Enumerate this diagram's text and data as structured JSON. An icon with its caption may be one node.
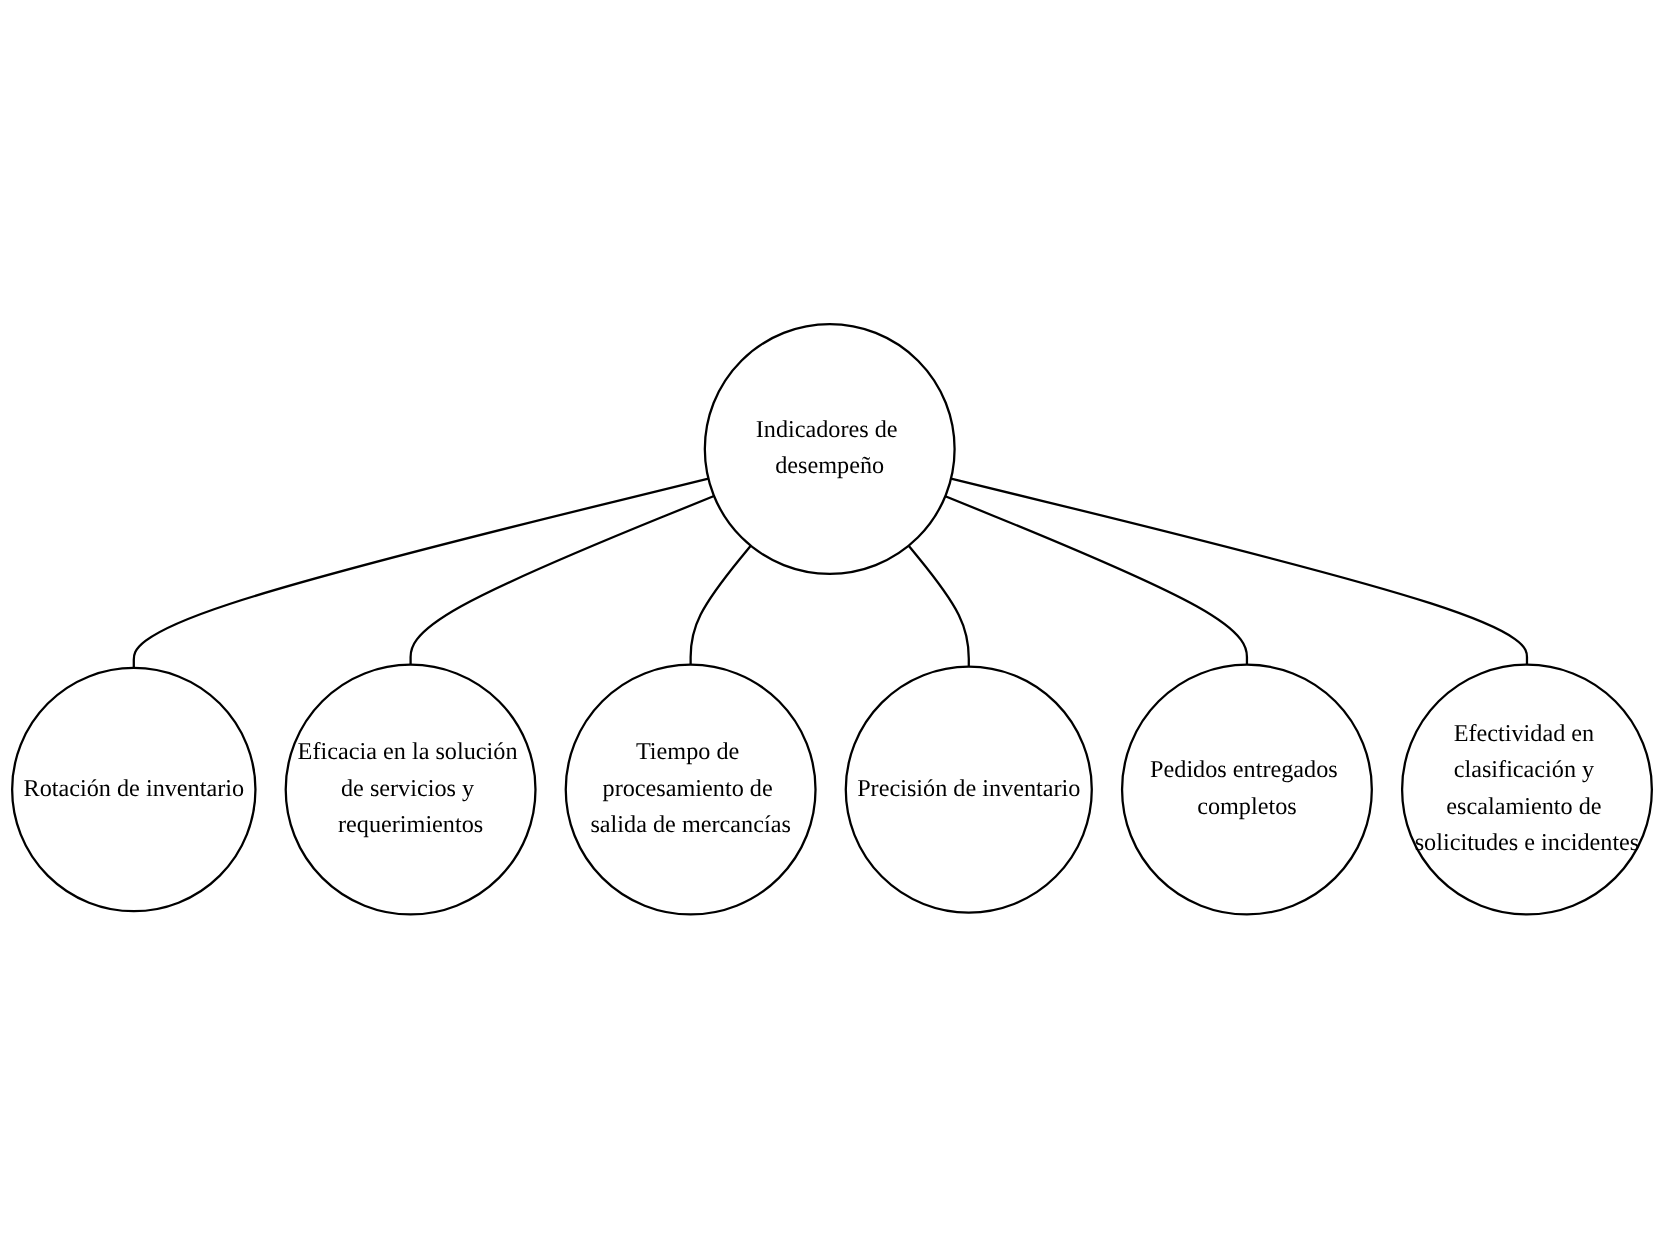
{
  "diagram": {
    "nodes": [
      {
        "text": [
          "Rotación de inventario"
        ]
      },
      {
        "text": [
          "Eficacia en la solución de servicios y requerimientos"
        ]
      },
      {
        "text": [
          "Tiempo de procesamiento de salida de mercancías"
        ]
      },
      {
        "text": [
          "Indicadores de desempeño"
        ]
      },
      {
        "text": [
          "Precisión de inventario"
        ]
      },
      {
        "text": [
          "Pedidos entregados completos"
        ]
      },
      {
        "text": [
          "Efectividad en clasificación y escalamiento de solicitudes e incidentes"
        ]
      }
    ],
    "edges": [
      {
        "from": 3,
        "to": 0,
        "arrow": "none"
      },
      {
        "from": 3,
        "to": 1,
        "arrow": "none"
      },
      {
        "from": 3,
        "to": 2,
        "arrow": "none"
      },
      {
        "from": 3,
        "to": 4,
        "arrow": "none"
      },
      {
        "from": 3,
        "to": 5,
        "arrow": "none"
      },
      {
        "from": 3,
        "to": 6,
        "arrow": "none"
      }
    ]
  }
}
